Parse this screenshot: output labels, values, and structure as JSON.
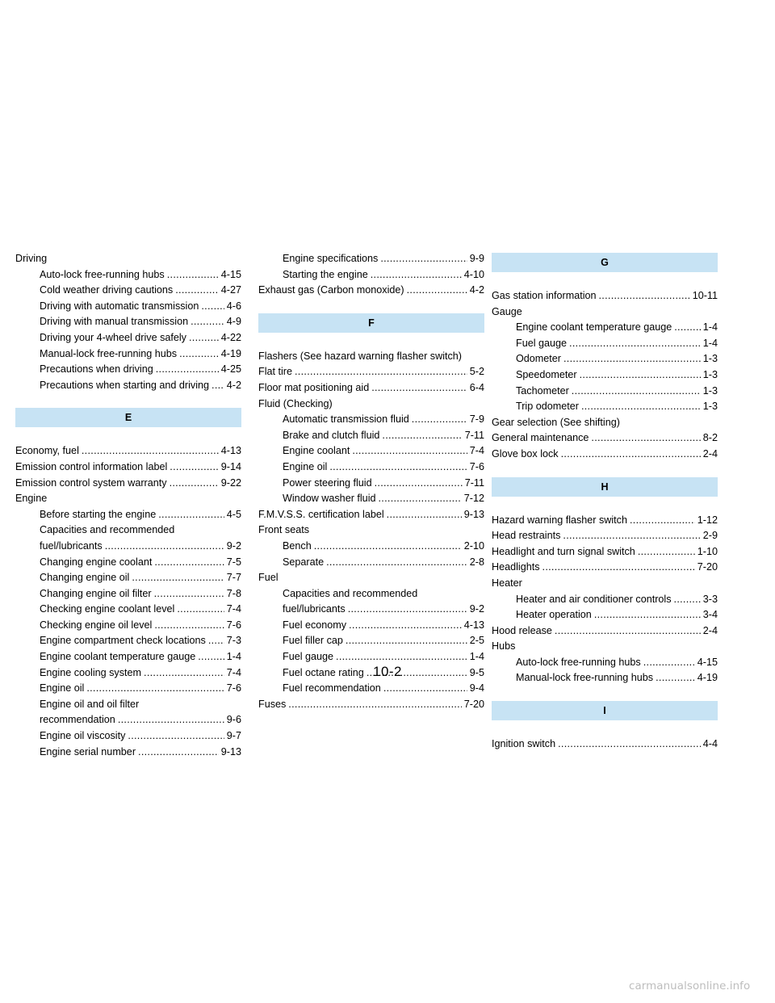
{
  "page_number": "10-2",
  "watermark": "carmanualsonline.info",
  "columns": [
    [
      {
        "kind": "head",
        "text": "Driving"
      },
      {
        "kind": "sub",
        "text": "Auto-lock free-running hubs",
        "page": "4-15"
      },
      {
        "kind": "sub",
        "text": "Cold weather driving cautions",
        "page": "4-27"
      },
      {
        "kind": "sub",
        "text": "Driving with automatic transmission",
        "page": "4-6"
      },
      {
        "kind": "sub",
        "text": "Driving with manual transmission",
        "page": "4-9"
      },
      {
        "kind": "sub",
        "text": "Driving your 4-wheel drive safely",
        "page": "4-22"
      },
      {
        "kind": "sub",
        "text": "Manual-lock free-running hubs",
        "page": "4-19"
      },
      {
        "kind": "sub",
        "text": "Precautions when driving",
        "page": "4-25"
      },
      {
        "kind": "sub",
        "text": "Precautions when starting and driving",
        "page": "4-2"
      },
      {
        "kind": "letter",
        "text": "E"
      },
      {
        "kind": "main",
        "text": "Economy, fuel",
        "page": "4-13"
      },
      {
        "kind": "main",
        "text": "Emission control information label",
        "page": "9-14"
      },
      {
        "kind": "main",
        "text": "Emission control system warranty",
        "page": "9-22"
      },
      {
        "kind": "head",
        "text": "Engine"
      },
      {
        "kind": "sub",
        "text": "Before starting the engine",
        "page": "4-5"
      },
      {
        "kind": "subhead",
        "text": "Capacities and recommended"
      },
      {
        "kind": "sub",
        "text": "fuel/lubricants",
        "page": "9-2"
      },
      {
        "kind": "sub",
        "text": "Changing engine coolant",
        "page": "7-5"
      },
      {
        "kind": "sub",
        "text": "Changing engine oil",
        "page": "7-7"
      },
      {
        "kind": "sub",
        "text": "Changing engine oil filter",
        "page": "7-8"
      },
      {
        "kind": "sub",
        "text": "Checking engine coolant level",
        "page": "7-4"
      },
      {
        "kind": "sub",
        "text": "Checking engine oil level",
        "page": "7-6"
      },
      {
        "kind": "sub",
        "text": "Engine compartment check locations",
        "page": "7-3"
      },
      {
        "kind": "sub",
        "text": "Engine coolant temperature gauge",
        "page": "1-4"
      },
      {
        "kind": "sub",
        "text": "Engine cooling system",
        "page": "7-4"
      },
      {
        "kind": "sub",
        "text": "Engine oil",
        "page": "7-6"
      },
      {
        "kind": "subhead",
        "text": "Engine oil and oil filter"
      },
      {
        "kind": "sub",
        "text": "recommendation",
        "page": "9-6"
      },
      {
        "kind": "sub",
        "text": "Engine oil viscosity",
        "page": "9-7"
      },
      {
        "kind": "sub",
        "text": "Engine serial number",
        "page": "9-13"
      }
    ],
    [
      {
        "kind": "sub",
        "text": "Engine specifications",
        "page": "9-9"
      },
      {
        "kind": "sub",
        "text": "Starting the engine",
        "page": "4-10"
      },
      {
        "kind": "main",
        "text": "Exhaust gas (Carbon monoxide)",
        "page": "4-2"
      },
      {
        "kind": "letter",
        "text": "F"
      },
      {
        "kind": "head",
        "text": "Flashers (See hazard warning flasher switch)"
      },
      {
        "kind": "main",
        "text": "Flat tire",
        "page": "5-2"
      },
      {
        "kind": "main",
        "text": "Floor mat positioning aid",
        "page": "6-4"
      },
      {
        "kind": "head",
        "text": "Fluid (Checking)"
      },
      {
        "kind": "sub",
        "text": "Automatic transmission fluid",
        "page": "7-9"
      },
      {
        "kind": "sub",
        "text": "Brake and clutch fluid",
        "page": "7-11"
      },
      {
        "kind": "sub",
        "text": "Engine coolant",
        "page": "7-4"
      },
      {
        "kind": "sub",
        "text": "Engine oil",
        "page": "7-6"
      },
      {
        "kind": "sub",
        "text": "Power steering fluid",
        "page": "7-11"
      },
      {
        "kind": "sub",
        "text": "Window washer fluid",
        "page": "7-12"
      },
      {
        "kind": "main",
        "text": "F.M.V.S.S. certification label",
        "page": "9-13"
      },
      {
        "kind": "head",
        "text": "Front seats"
      },
      {
        "kind": "sub",
        "text": "Bench",
        "page": "2-10"
      },
      {
        "kind": "sub",
        "text": "Separate",
        "page": "2-8"
      },
      {
        "kind": "head",
        "text": "Fuel"
      },
      {
        "kind": "subhead",
        "text": "Capacities and recommended"
      },
      {
        "kind": "sub",
        "text": "fuel/lubricants",
        "page": "9-2"
      },
      {
        "kind": "sub",
        "text": "Fuel economy",
        "page": "4-13"
      },
      {
        "kind": "sub",
        "text": "Fuel filler cap",
        "page": "2-5"
      },
      {
        "kind": "sub",
        "text": "Fuel gauge",
        "page": "1-4"
      },
      {
        "kind": "sub",
        "text": "Fuel octane rating",
        "page": "9-5"
      },
      {
        "kind": "sub",
        "text": "Fuel recommendation",
        "page": "9-4"
      },
      {
        "kind": "main",
        "text": "Fuses",
        "page": "7-20"
      }
    ],
    [
      {
        "kind": "letter",
        "text": "G",
        "top": true
      },
      {
        "kind": "main",
        "text": "Gas station information",
        "page": "10-11"
      },
      {
        "kind": "head",
        "text": "Gauge"
      },
      {
        "kind": "sub",
        "text": "Engine coolant temperature gauge",
        "page": "1-4"
      },
      {
        "kind": "sub",
        "text": "Fuel gauge",
        "page": "1-4"
      },
      {
        "kind": "sub",
        "text": "Odometer",
        "page": "1-3"
      },
      {
        "kind": "sub",
        "text": "Speedometer",
        "page": "1-3"
      },
      {
        "kind": "sub",
        "text": "Tachometer",
        "page": "1-3"
      },
      {
        "kind": "sub",
        "text": "Trip odometer",
        "page": "1-3"
      },
      {
        "kind": "head",
        "text": "Gear selection (See shifting)"
      },
      {
        "kind": "main",
        "text": "General maintenance",
        "page": "8-2"
      },
      {
        "kind": "main",
        "text": "Glove box lock",
        "page": "2-4"
      },
      {
        "kind": "letter",
        "text": "H"
      },
      {
        "kind": "main",
        "text": "Hazard warning flasher switch",
        "page": "1-12"
      },
      {
        "kind": "main",
        "text": "Head restraints",
        "page": "2-9"
      },
      {
        "kind": "main",
        "text": "Headlight and turn signal switch",
        "page": "1-10"
      },
      {
        "kind": "main",
        "text": "Headlights",
        "page": "7-20"
      },
      {
        "kind": "head",
        "text": "Heater"
      },
      {
        "kind": "sub",
        "text": "Heater and air conditioner controls",
        "page": "3-3"
      },
      {
        "kind": "sub",
        "text": "Heater operation",
        "page": "3-4"
      },
      {
        "kind": "main",
        "text": "Hood release",
        "page": "2-4"
      },
      {
        "kind": "head",
        "text": "Hubs"
      },
      {
        "kind": "sub",
        "text": "Auto-lock free-running hubs",
        "page": "4-15"
      },
      {
        "kind": "sub",
        "text": "Manual-lock free-running hubs",
        "page": "4-19"
      },
      {
        "kind": "letter",
        "text": "I"
      },
      {
        "kind": "main",
        "text": "Ignition switch",
        "page": "4-4"
      }
    ]
  ]
}
